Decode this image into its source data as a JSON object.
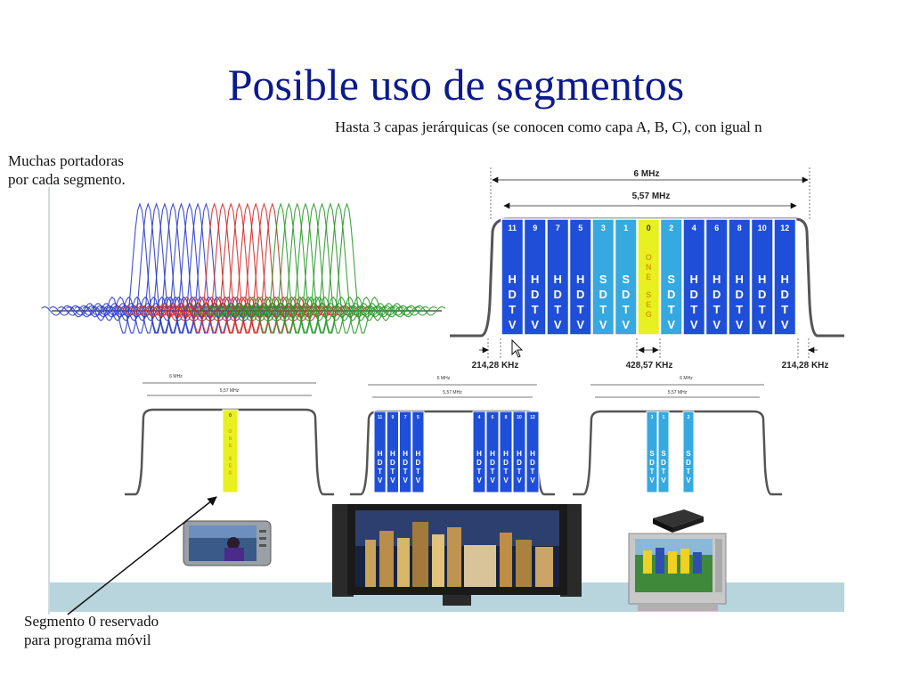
{
  "slide": {
    "title": "Posible uso de segmentos",
    "subtitle": "Hasta 3 capas jerárquicas (se conocen como capa A, B, C), con igual n",
    "note_carriers": "Muchas portadoras\npor cada segmento.",
    "note_segment0": "Segmento 0 reservado\npara programa móvil"
  },
  "colors": {
    "title": "#0d1a8c",
    "hdtv_segment": "#1f4fd8",
    "sdtv_segment": "#35a9e0",
    "oneseg_segment": "#e8f020",
    "carrier_blue": "#2a3cc8",
    "carrier_red": "#d42a2a",
    "carrier_green": "#2a9a2a",
    "floor": "#b8d4dc",
    "spectrum_line": "#555555"
  },
  "spectrum": {
    "bandwidth_total": "6 MHz",
    "bandwidth_useful": "5,57 MHz",
    "guard_left": "214,28 KHz",
    "segment_width": "428,57 KHz",
    "guard_right": "214,28 KHz",
    "segments": [
      {
        "num": "11",
        "type": "hdtv",
        "text": "HDTV"
      },
      {
        "num": "9",
        "type": "hdtv",
        "text": "HDTV"
      },
      {
        "num": "7",
        "type": "hdtv",
        "text": "HDTV"
      },
      {
        "num": "5",
        "type": "hdtv",
        "text": "HDTV"
      },
      {
        "num": "3",
        "type": "sdtv",
        "text": "SDTV"
      },
      {
        "num": "1",
        "type": "sdtv",
        "text": "SDTV"
      },
      {
        "num": "0",
        "type": "oneseg",
        "text": "ONE SEG"
      },
      {
        "num": "2",
        "type": "sdtv",
        "text": "SDTV"
      },
      {
        "num": "4",
        "type": "hdtv",
        "text": "HDTV"
      },
      {
        "num": "6",
        "type": "hdtv",
        "text": "HDTV"
      },
      {
        "num": "8",
        "type": "hdtv",
        "text": "HDTV"
      },
      {
        "num": "10",
        "type": "hdtv",
        "text": "HDTV"
      },
      {
        "num": "12",
        "type": "hdtv",
        "text": "HDTV"
      }
    ]
  },
  "small_spectra": [
    {
      "bandwidth_total": "6 MHz",
      "bandwidth_useful": "5,57 MHz",
      "segments": [
        {
          "num": "0",
          "type": "oneseg",
          "text": "ONE SEG"
        }
      ]
    },
    {
      "bandwidth_total": "6 MHz",
      "bandwidth_useful": "5,57 MHz",
      "segments": [
        {
          "num": "11",
          "type": "hdtv",
          "text": "HDTV"
        },
        {
          "num": "9",
          "type": "hdtv",
          "text": "HDTV"
        },
        {
          "num": "7",
          "type": "hdtv",
          "text": "HDTV"
        },
        {
          "num": "5",
          "type": "hdtv",
          "text": "HDTV"
        },
        {
          "num": "4",
          "type": "hdtv",
          "text": "HDTV"
        },
        {
          "num": "6",
          "type": "hdtv",
          "text": "HDTV"
        },
        {
          "num": "8",
          "type": "hdtv",
          "text": "HDTV"
        },
        {
          "num": "10",
          "type": "hdtv",
          "text": "HDTV"
        },
        {
          "num": "12",
          "type": "hdtv",
          "text": "HDTV"
        }
      ]
    },
    {
      "bandwidth_total": "6 MHz",
      "bandwidth_useful": "5,57 MHz",
      "segments": [
        {
          "num": "3",
          "type": "sdtv",
          "text": "SDTV"
        },
        {
          "num": "1",
          "type": "sdtv",
          "text": "SDTV"
        },
        {
          "num": "2",
          "type": "sdtv",
          "text": "SDTV"
        }
      ]
    }
  ]
}
